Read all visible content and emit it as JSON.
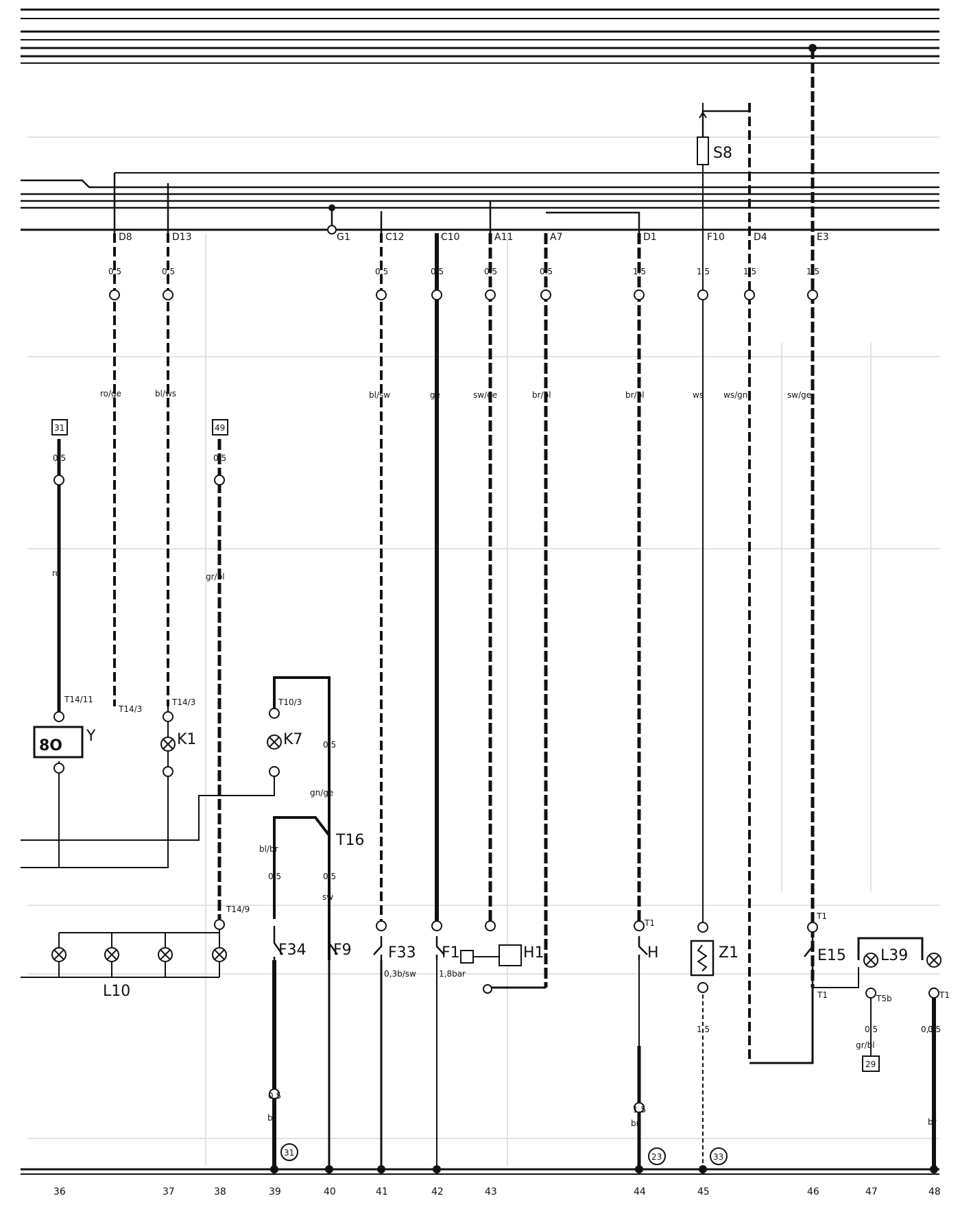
{
  "terminals": {
    "t1": "D8",
    "t2": "D13",
    "t3": "G1",
    "t4": "C12",
    "t5": "C10",
    "t6": "A11",
    "t7": "A7",
    "t8": "D1",
    "t9": "F10",
    "t10": "D4",
    "t11": "E3"
  },
  "cross_sections": {
    "s1": "0.5",
    "s2": "0.5",
    "s3": "0.5",
    "s4": "0.5",
    "s5": "0.5",
    "s6": "0.5",
    "s7": "1.5",
    "s8": "1.5",
    "s9": "1.5",
    "s10": "1.5",
    "s11": "0.5",
    "s12": "0.5",
    "s13": "0.5",
    "s14": "0.5",
    "s15": "0.5",
    "s16": "0.5",
    "s17": "0.5",
    "s18": "0.5",
    "s19": "1.5",
    "s20": "1.5"
  },
  "wire_colors": {
    "c1": "ro/ge",
    "c2": "bl/ws",
    "c3": "bl/sw",
    "c4": "ge",
    "c5": "sw/ge",
    "c6": "br/bl",
    "c7": "br/bl",
    "c8": "ws",
    "c9": "ws/gn",
    "c10": "sw/ge",
    "c11": "ro",
    "c12": "gr/bl",
    "c13": "gn/ge",
    "c14": "bl/br",
    "c15": "sw",
    "c16": "br",
    "c17": "br",
    "c18": "br",
    "c19": "gr/bl"
  },
  "boxes": {
    "b1": "31",
    "b2": "49",
    "b3": "29"
  },
  "pins": {
    "p1": "T14/11",
    "p2": "T14/3",
    "p3": "T14/3",
    "p4": "T10/3",
    "p5": "T14/9",
    "p6": "T1",
    "p7": "T1",
    "p8": "T5b",
    "p9": "T1",
    "p10": "T1"
  },
  "components": {
    "Y": "Y",
    "K1": "K1",
    "K7": "K7",
    "T16": "T16",
    "L10": "L10",
    "F34": "F34",
    "F9": "F9",
    "F33": "F33",
    "F1": "F1",
    "H1": "H1",
    "H": "H",
    "Z1": "Z1",
    "E15": "E15",
    "L39": "L39",
    "S8": "S8"
  },
  "notes": {
    "n1": "0,3b/sw",
    "n2": "1,8bar",
    "n3": "0,3"
  },
  "ground_refs": {
    "g1": "31",
    "g2": "23",
    "g3": "33"
  },
  "columns": [
    "36",
    "37",
    "38",
    "39",
    "40",
    "41",
    "42",
    "43",
    "44",
    "45",
    "46",
    "47",
    "48"
  ]
}
